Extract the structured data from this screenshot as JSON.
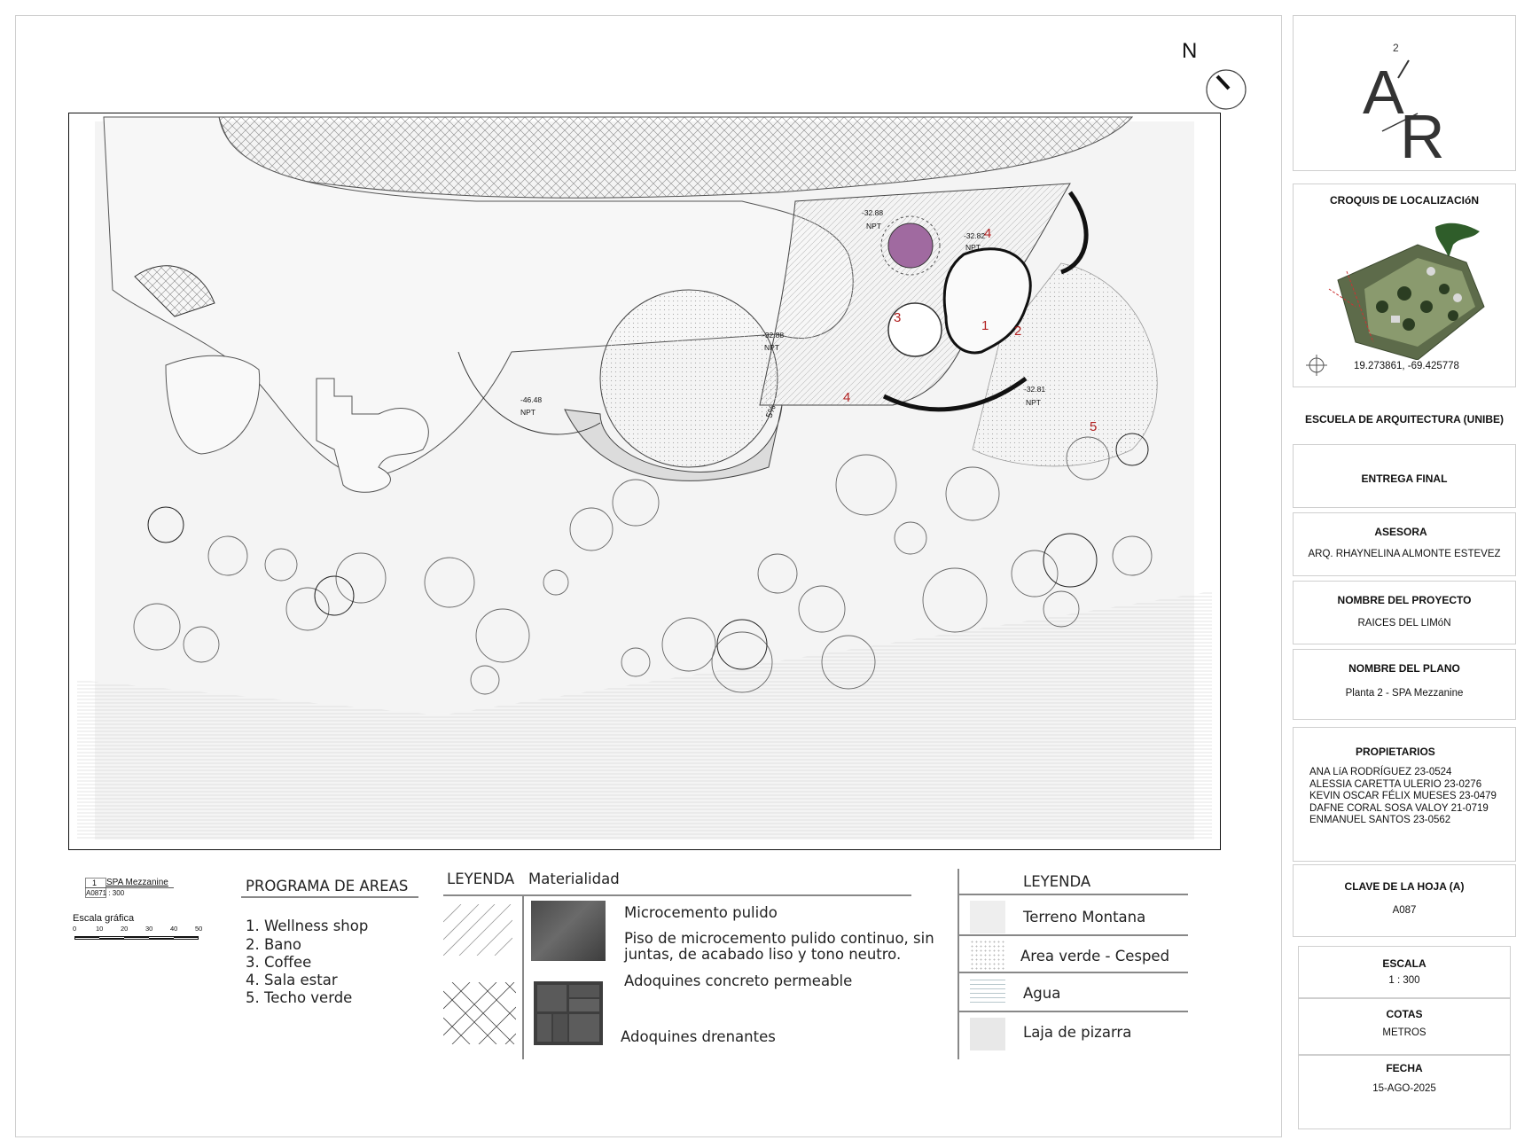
{
  "north": "N",
  "plan": {
    "levels": [
      "-32.88",
      "-32.82",
      "-32.88",
      "-46.48",
      "-32.81"
    ],
    "npt": "NPT",
    "slope": "5%",
    "area_numbers": [
      "1",
      "2",
      "3",
      "4",
      "4",
      "5"
    ]
  },
  "sheet_ref": {
    "num": "1",
    "name": "SPA Mezzanine",
    "code": "A0871 : 300"
  },
  "scale_bar": {
    "title": "Escala gráfica",
    "ticks": [
      "0",
      "10",
      "20",
      "30",
      "40",
      "50"
    ]
  },
  "programa": {
    "title": "PROGRAMA DE AREAS",
    "items": [
      "1. Wellness shop",
      "2. Bano",
      "3. Coffee",
      "4. Sala estar",
      "5. Techo verde"
    ]
  },
  "leyenda_material": {
    "title": "LEYENDA",
    "subtitle": "Materialidad",
    "m1_title": "Microcemento pulido",
    "m1_desc_1": "Piso de microcemento pulido continuo, sin",
    "m1_desc_2": "juntas, de acabado liso y tono neutro.",
    "m2_title": "Adoquines concreto permeable",
    "m2_desc": "Adoquines drenantes"
  },
  "leyenda_terreno": {
    "title": "LEYENDA",
    "items": [
      "Terreno Montana",
      "Area verde - Cesped",
      "Agua",
      "Laja de pizarra"
    ]
  },
  "title_block": {
    "croquis_title": "CROQUIS DE LOCALIZACIóN",
    "coords": "19.273861, -69.425778",
    "escuela": "ESCUELA DE ARQUITECTURA (UNIBE)",
    "entrega": "ENTREGA FINAL",
    "asesora_label": "ASESORA",
    "asesora": "ARQ. RHAYNELINA ALMONTE ESTEVEZ",
    "proyecto_label": "NOMBRE DEL PROYECTO",
    "proyecto": "RAICES DEL LIMóN",
    "plano_label": "NOMBRE DEL PLANO",
    "plano": "Planta 2 - SPA Mezzanine",
    "propietarios_label": "PROPIETARIOS",
    "propietarios": [
      "ANA LíA RODRÍGUEZ 23-0524",
      "ALESSIA CARETTA ULERIO 23-0276",
      "KEVIN OSCAR FÉLIX MUESES 23-0479",
      "DAFNE CORAL SOSA VALOY 21-0719",
      "ENMANUEL SANTOS 23-0562"
    ],
    "clave_label": "CLAVE DE LA HOJA (A)",
    "clave": "A087",
    "escala_label": "ESCALA",
    "escala": "1 : 300",
    "cotas_label": "COTAS",
    "cotas": "METROS",
    "fecha_label": "FECHA",
    "fecha": "15-AGO-2025"
  },
  "colors": {
    "accent_red": "#b22222",
    "border": "#cfcfcf",
    "roof_pink": "#a06aa0"
  }
}
